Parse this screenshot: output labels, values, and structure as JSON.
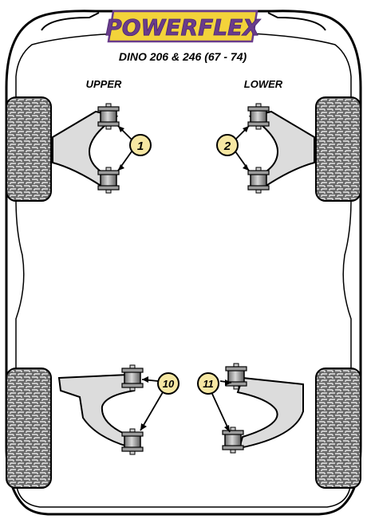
{
  "brand": {
    "name": "POWERFLEX",
    "logo_color": "#f3d33a"
  },
  "title": "DINO 206 & 246 (67 - 74)",
  "labels": {
    "upper": "UPPER",
    "lower": "LOWER"
  },
  "callouts": [
    {
      "id": "1",
      "text": "1"
    },
    {
      "id": "2",
      "text": "2"
    },
    {
      "id": "10",
      "text": "10"
    },
    {
      "id": "11",
      "text": "11"
    }
  ],
  "colors": {
    "outline": "#000000",
    "arm_fill": "#dcdcdc",
    "tyre_fill": "#4f4f4f",
    "bush_fill": "#b8b8b8",
    "callout_fill": "#f6e7a3"
  }
}
